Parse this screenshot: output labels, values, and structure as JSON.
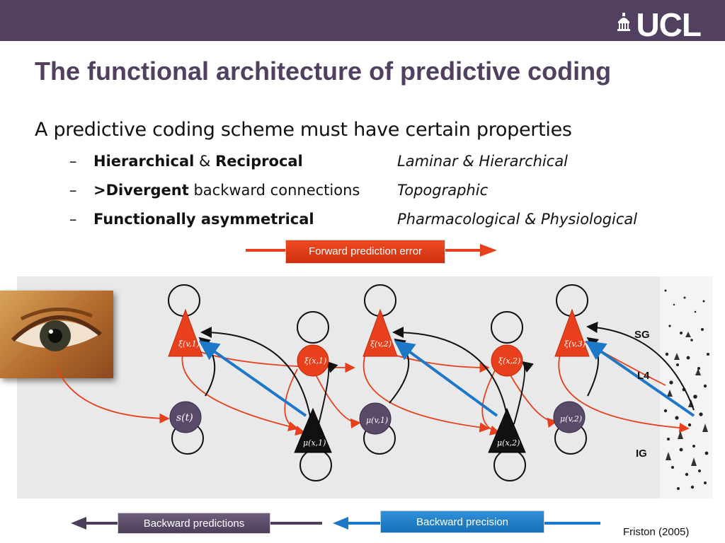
{
  "header": {
    "logo_text": "UCL",
    "title": "The functional architecture of predictive coding"
  },
  "content": {
    "lead": "A predictive coding scheme must have certain properties",
    "bullets": [
      {
        "dash": "–",
        "bold1": "Hierarchical",
        "mid": " & ",
        "bold2": "Reciprocal",
        "rest": "",
        "right": "Laminar & Hierarchical"
      },
      {
        "dash": "–",
        "bold1": ">Divergent",
        "mid": "",
        "bold2": "",
        "rest": " backward connections",
        "right": "Topographic"
      },
      {
        "dash": "–",
        "bold1": "Functionally asymmetrical",
        "mid": "",
        "bold2": "",
        "rest": "",
        "right": "Pharmacological & Physiological"
      }
    ]
  },
  "diagram": {
    "forward_label": "Forward prediction error",
    "backward_predictions_label": "Backward predictions",
    "backward_precision_label": "Backward precision",
    "layers": [
      "SG",
      "L4",
      "IG"
    ],
    "nodes": {
      "s": "s(t)",
      "xi_v1": "ξ(v,1)",
      "xi_x1": "ξ(x,1)",
      "xi_v2": "ξ(v,2)",
      "xi_x2": "ξ(x,2)",
      "xi_v3": "ξ(v,3)",
      "mu_x1": "μ(x,1)",
      "mu_v1": "μ(v,1)",
      "mu_x2": "μ(x,2)",
      "mu_v2": "μ(v,2)"
    },
    "colors": {
      "error_units": "#e8401c",
      "state_units": "#5a4a6a",
      "prediction_units": "#111111",
      "precision_arrow": "#1d78c8"
    }
  },
  "citation": "Friston (2005)"
}
